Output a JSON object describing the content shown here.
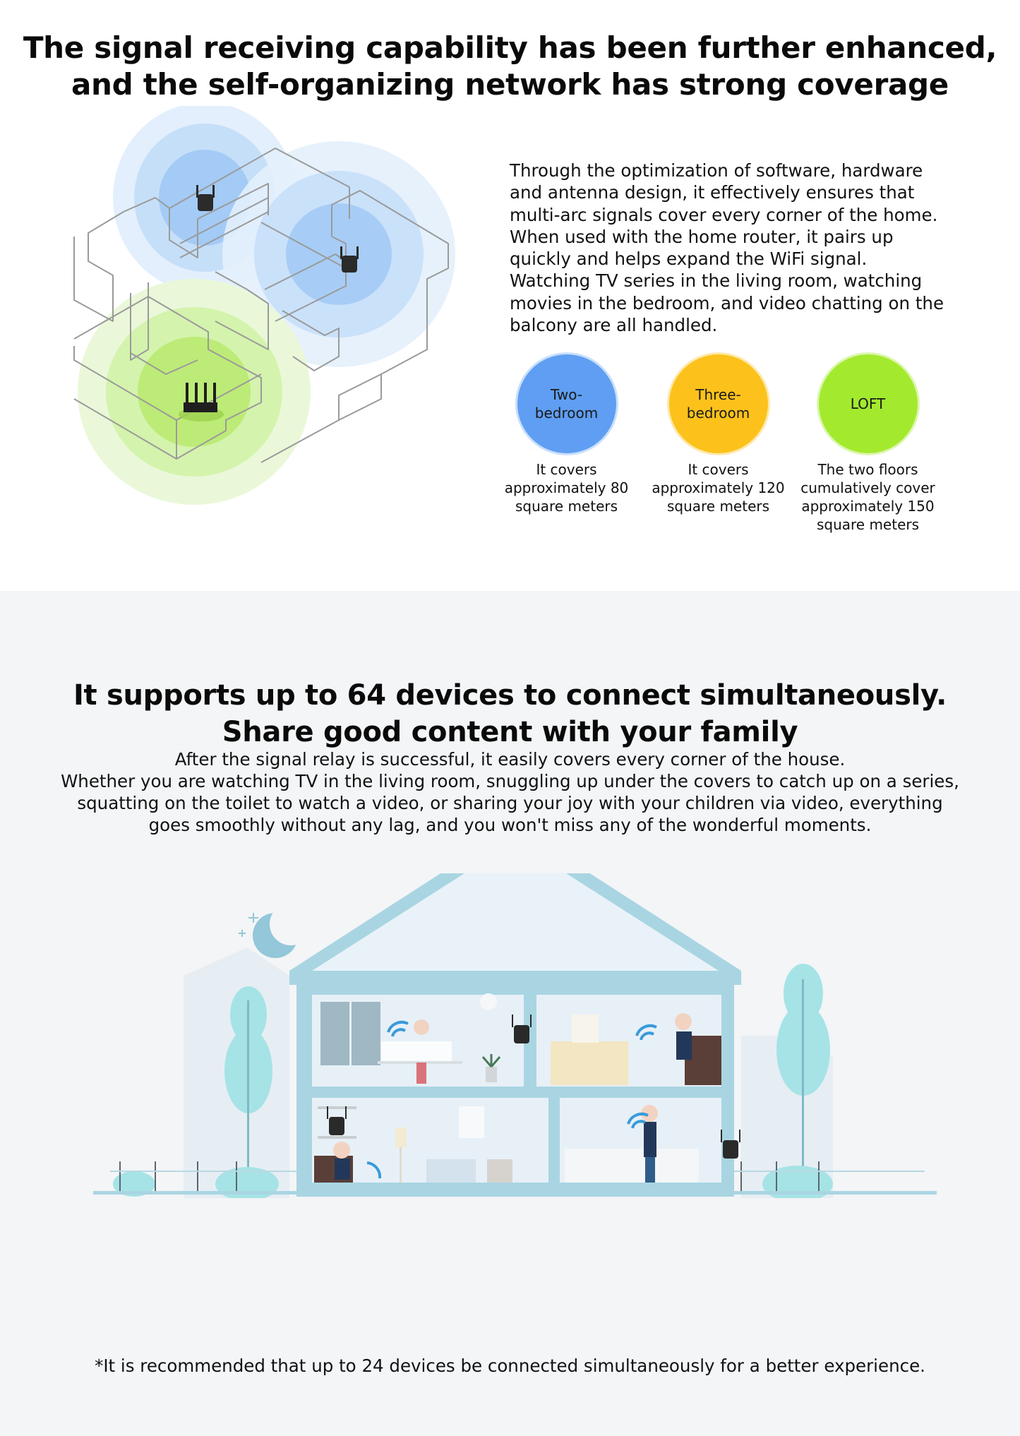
{
  "coverage_section": {
    "title_lines": [
      "The signal receiving capability has been further enhanced,",
      "and the self-organizing network has strong coverage"
    ],
    "description_lines": [
      "Through the optimization of software, hardware",
      "and antenna design, it effectively ensures that",
      "multi-arc signals cover every corner of the home.",
      "When used with the home router, it pairs up",
      "quickly and helps expand the WiFi signal.",
      "Watching TV series in the living room, watching",
      "movies in the bedroom, and video chatting on the",
      "balcony are all handled."
    ],
    "illustration": {
      "icons": [
        "floor-plan-illustration",
        "router-icon",
        "wifi-extender-icon"
      ],
      "coverage_colors": {
        "extender": "#8fc3f5",
        "router": "#b4ec6a"
      }
    },
    "home_types": [
      {
        "label_lines": [
          "Two-",
          "bedroom"
        ],
        "color": "#5f9ef2",
        "caption_lines": [
          "It covers",
          "approximately 80",
          "square meters"
        ]
      },
      {
        "label_lines": [
          "Three-",
          "bedroom"
        ],
        "color": "#fcc21b",
        "caption_lines": [
          "It covers",
          "approximately 120",
          "square meters"
        ]
      },
      {
        "label_lines": [
          "LOFT"
        ],
        "color": "#a3ea2e",
        "caption_lines": [
          "The two floors",
          "cumulatively cover",
          "approximately 150",
          "square meters"
        ]
      }
    ]
  },
  "devices_section": {
    "title_lines": [
      "It supports up to 64 devices to connect simultaneously.",
      "Share good content with your family"
    ],
    "body_lines": [
      "After the signal relay is successful, it easily covers every corner of the house.",
      "Whether you are watching TV in the living room, snuggling up under the covers to catch up on a series,",
      "squatting on the toilet to watch a video, or sharing your joy with your children via video, everything",
      "goes smoothly without any lag, and you won't miss any of the wonderful moments."
    ],
    "illustration": {
      "icons": [
        "house-cutaway-illustration",
        "moon-icon",
        "wifi-extender-icon",
        "wifi-signal-icon",
        "tree-icon"
      ],
      "house_color": "#a9d5e2"
    },
    "footnote": "*It is recommended that up to 24 devices be connected simultaneously for a better experience."
  }
}
